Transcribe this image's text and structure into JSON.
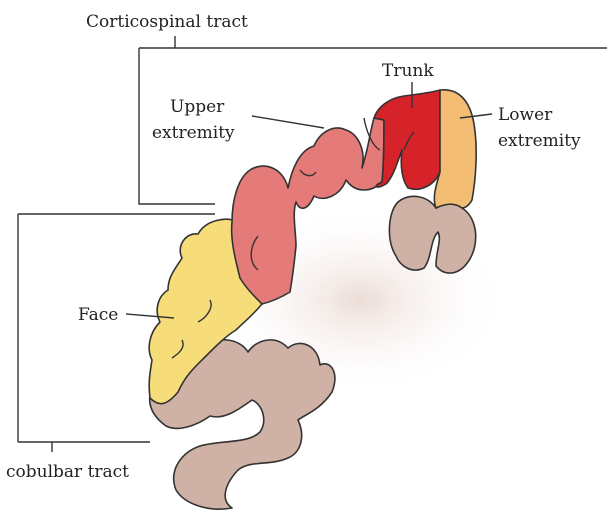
{
  "labels": {
    "corticospinal": "Corticospinal tract",
    "corticobulbar": "cobulbar tract",
    "trunk": "Trunk",
    "upper_line1": "Upper",
    "upper_line2": "extremity",
    "lower_line1": "Lower",
    "lower_line2": "extremity",
    "face": "Face"
  },
  "colors": {
    "face": "#f6dd7a",
    "upper_extremity": "#e57b78",
    "trunk": "#d6232a",
    "lower_extremity": "#f3be74",
    "cortex_unlabeled": "#cfb1a6",
    "outline": "#333333",
    "white_matter_shade": "#ead9d2"
  }
}
